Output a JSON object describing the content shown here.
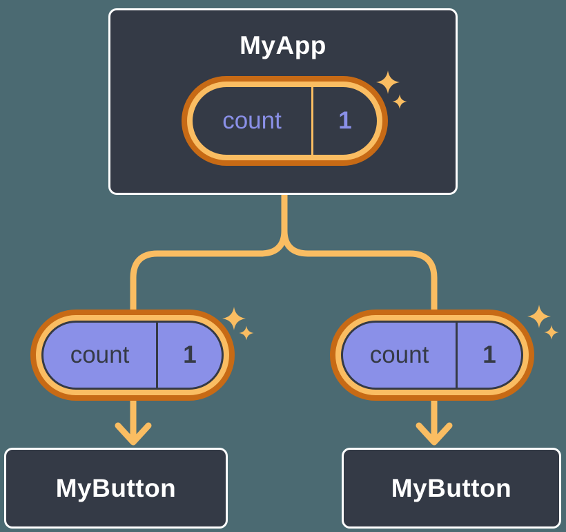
{
  "diagram_type": "react-component-tree-state-sharing",
  "root_component": {
    "title": "MyApp",
    "state_pill": {
      "name": "count",
      "value": "1"
    }
  },
  "child_components": [
    {
      "title": "MyButton",
      "prop_pill": {
        "name": "count",
        "value": "1"
      }
    },
    {
      "title": "MyButton",
      "prop_pill": {
        "name": "count",
        "value": "1"
      }
    }
  ],
  "icons": {
    "sparkle": "four-point-star-sparkle",
    "arrow": "down-arrow"
  },
  "colors": {
    "background": "#4b6a72",
    "card_bg": "#343a46",
    "card_border": "#ffffff",
    "card_text": "#ffffff",
    "ring_outer_orange": "#c76a15",
    "ring_inner_orange": "#fabd62",
    "connector_orange": "#fabd62",
    "state_text_purple": "#8a90e8",
    "prop_pill_fill": "#8a90e8",
    "prop_pill_ink": "#353a45"
  }
}
